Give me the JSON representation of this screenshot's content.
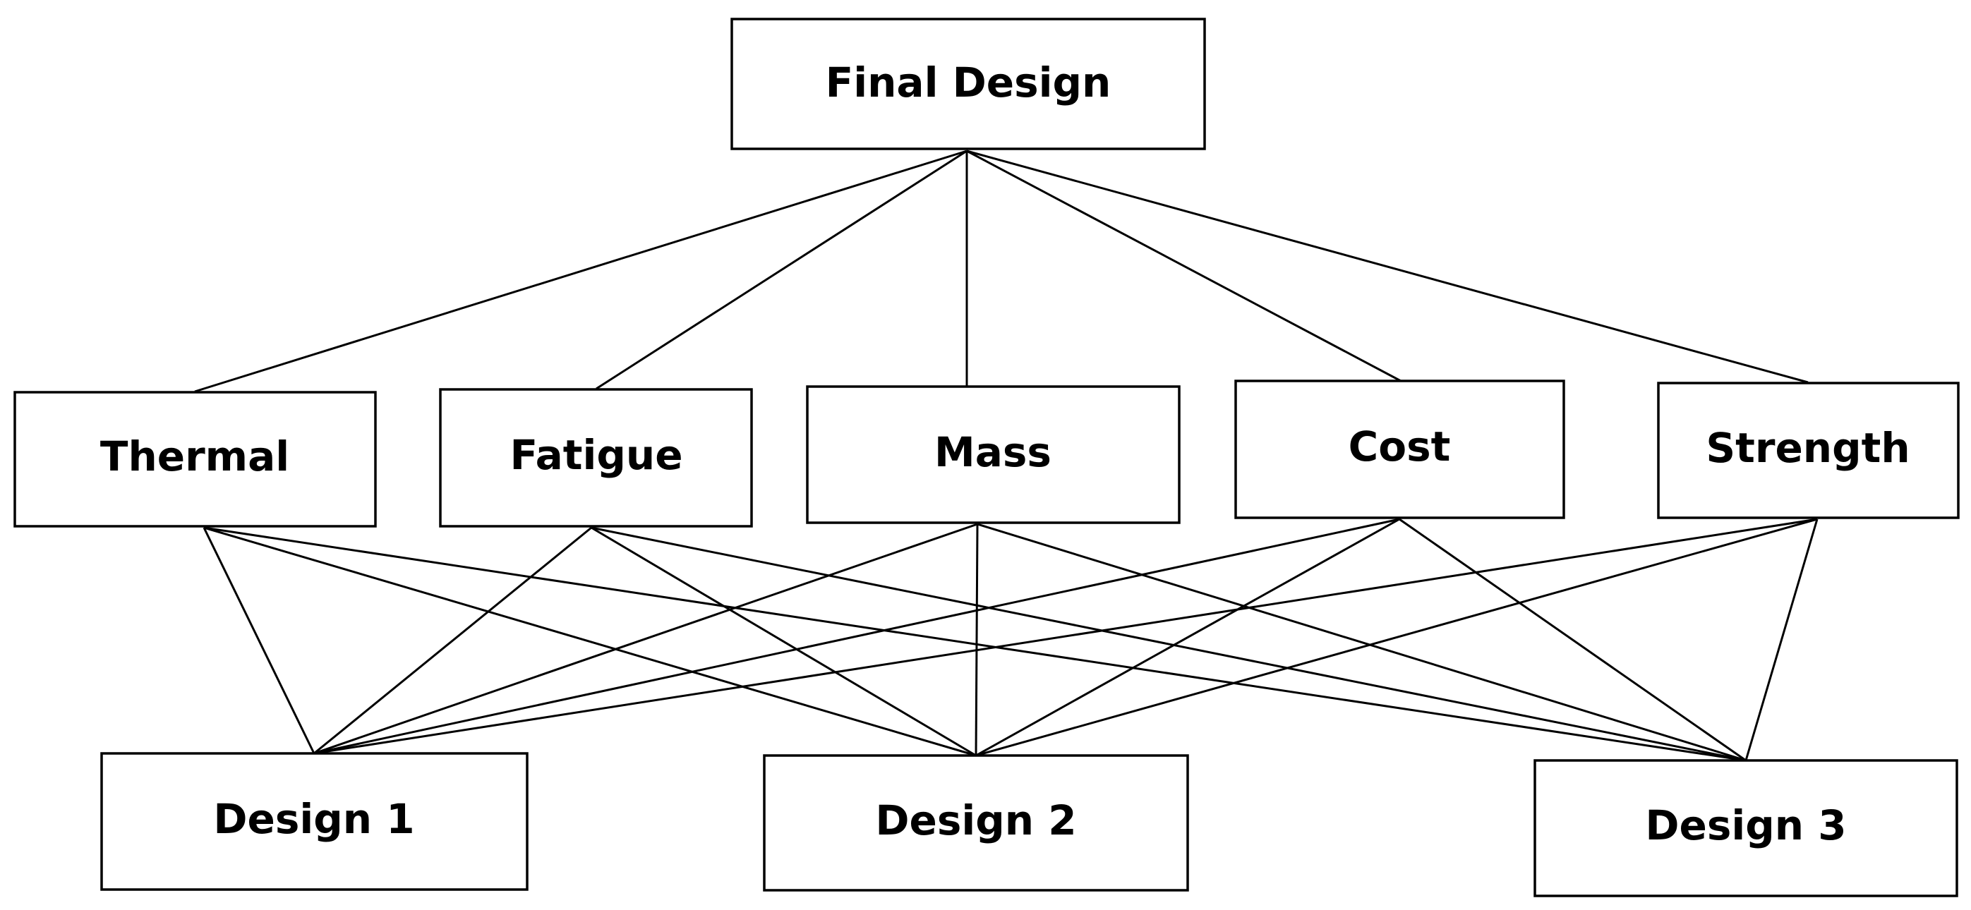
{
  "diagram": {
    "goal": {
      "id": "final",
      "label": "Final Design"
    },
    "criteria": [
      {
        "id": "thermal",
        "label": "Thermal"
      },
      {
        "id": "fatigue",
        "label": "Fatigue"
      },
      {
        "id": "mass",
        "label": "Mass"
      },
      {
        "id": "cost",
        "label": "Cost"
      },
      {
        "id": "strength",
        "label": "Strength"
      }
    ],
    "alternatives": [
      {
        "id": "design1",
        "label": "Design 1"
      },
      {
        "id": "design2",
        "label": "Design 2"
      },
      {
        "id": "design3",
        "label": "Design 3"
      }
    ],
    "edges": [
      [
        "final",
        "thermal"
      ],
      [
        "final",
        "fatigue"
      ],
      [
        "final",
        "mass"
      ],
      [
        "final",
        "cost"
      ],
      [
        "final",
        "strength"
      ],
      [
        "thermal",
        "design1"
      ],
      [
        "thermal",
        "design2"
      ],
      [
        "thermal",
        "design3"
      ],
      [
        "fatigue",
        "design1"
      ],
      [
        "fatigue",
        "design2"
      ],
      [
        "fatigue",
        "design3"
      ],
      [
        "mass",
        "design1"
      ],
      [
        "mass",
        "design2"
      ],
      [
        "mass",
        "design3"
      ],
      [
        "cost",
        "design1"
      ],
      [
        "cost",
        "design2"
      ],
      [
        "cost",
        "design3"
      ],
      [
        "strength",
        "design1"
      ],
      [
        "strength",
        "design2"
      ],
      [
        "strength",
        "design3"
      ]
    ]
  }
}
